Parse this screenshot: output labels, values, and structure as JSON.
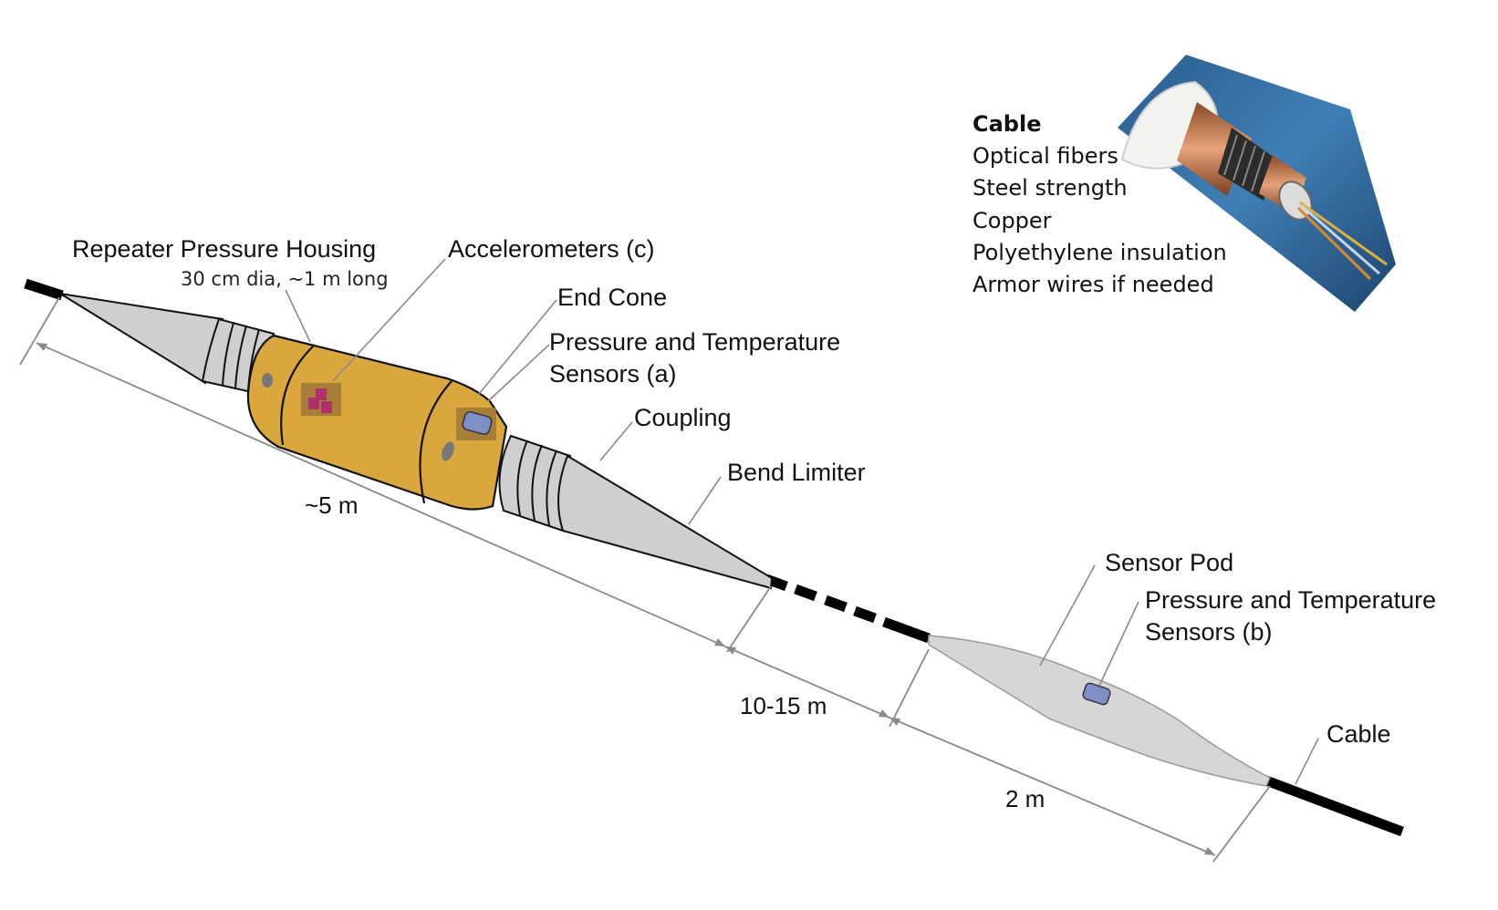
{
  "components": {
    "repeater_housing": "Repeater Pressure Housing",
    "repeater_dims": "30 cm dia, ~1 m long",
    "accelerometers": "Accelerometers (c)",
    "end_cone": "End Cone",
    "pt_sensors_a_line1": "Pressure and Temperature",
    "pt_sensors_a_line2": "Sensors (a)",
    "coupling": "Coupling",
    "bend_limiter": "Bend Limiter",
    "sensor_pod": "Sensor Pod",
    "pt_sensors_b_line1": "Pressure and Temperature",
    "pt_sensors_b_line2": "Sensors (b)",
    "cable": "Cable"
  },
  "dimensions": {
    "repeater_length": "~5 m",
    "spacing": "10-15 m",
    "pod_length": "2 m"
  },
  "cable_inset": {
    "title": "Cable",
    "layers": [
      "Optical fibers",
      "Steel strength",
      "Copper",
      "Polyethylene insulation",
      "Armor wires if needed"
    ]
  },
  "colors": {
    "housing": "#d9a73e",
    "cone": "#cfcfcf",
    "cable": "#000000",
    "accelerometer": "#b0306a",
    "pt_sensor": "#7d8fc4"
  }
}
